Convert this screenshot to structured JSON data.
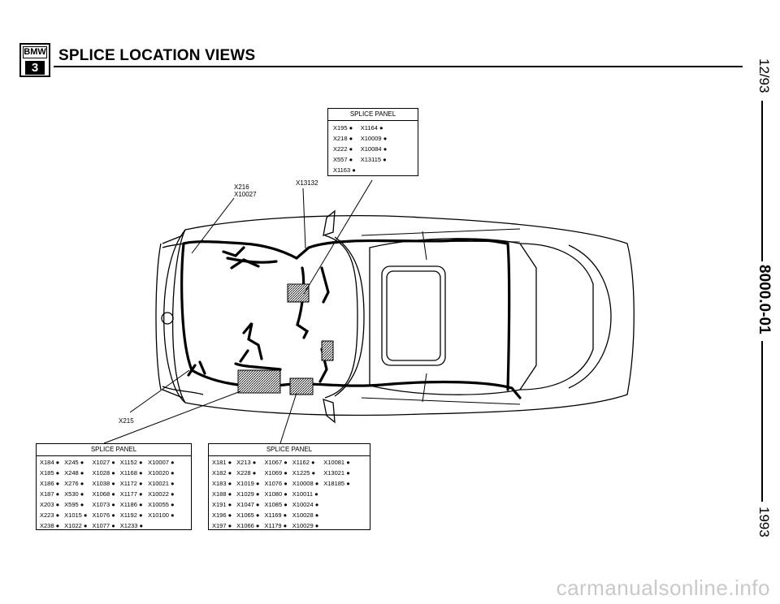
{
  "header": {
    "logo_top": "BMW",
    "logo_bottom": "3",
    "title": "SPLICE LOCATION VIEWS"
  },
  "sidebar": {
    "date": "12/93",
    "section": "8000.0-01",
    "year": "1993"
  },
  "callouts": {
    "x216": "X216",
    "x10027": "X10027",
    "x13132": "X13132",
    "x215": "X215"
  },
  "panel_top": {
    "title": "SPLICE PANEL",
    "rows": [
      [
        "X195 ●",
        "X1164 ●"
      ],
      [
        "X218 ●",
        "X10009 ●"
      ],
      [
        "X222 ●",
        "X10084 ●"
      ],
      [
        "X557 ●",
        "X13115 ●"
      ],
      [
        "X1163 ●",
        ""
      ]
    ]
  },
  "panel_left": {
    "title": "SPLICE PANEL",
    "rows": [
      [
        "X184 ●",
        "X245 ●",
        "X1027 ●",
        "X1152 ●",
        "X10007 ●"
      ],
      [
        "X185 ●",
        "X248 ●",
        "X1028 ●",
        "X1168 ●",
        "X10020 ●"
      ],
      [
        "X186 ●",
        "X276 ●",
        "X1038 ●",
        "X1172 ●",
        "X10021 ●"
      ],
      [
        "X187 ●",
        "X530 ●",
        "X1068 ●",
        "X1177 ●",
        "X10022 ●"
      ],
      [
        "X203 ●",
        "X595 ●",
        "X1073 ●",
        "X1186 ●",
        "X10055 ●"
      ],
      [
        "X223 ●",
        "X1015 ●",
        "X1076 ●",
        "X1192 ●",
        "X10100 ●"
      ],
      [
        "X238 ●",
        "X1022 ●",
        "X1077 ●",
        "X1233 ●",
        ""
      ]
    ]
  },
  "panel_right": {
    "title": "SPLICE PANEL",
    "rows": [
      [
        "X181 ●",
        "X213 ●",
        "X1067 ●",
        "X1162 ●",
        "X10081 ●"
      ],
      [
        "X182 ●",
        "X228 ●",
        "X1069 ●",
        "X1225 ●",
        "X13021 ●"
      ],
      [
        "X183 ●",
        "X1019 ●",
        "X1076 ●",
        "X10008 ●",
        "X18185 ●"
      ],
      [
        "X188 ●",
        "X1029 ●",
        "X1080 ●",
        "X10011 ●",
        ""
      ],
      [
        "X191 ●",
        "X1047 ●",
        "X1085 ●",
        "X10024 ●",
        ""
      ],
      [
        "X196 ●",
        "X1065 ●",
        "X1169 ●",
        "X10028 ●",
        ""
      ],
      [
        "X197 ●",
        "X1066 ●",
        "X1179 ●",
        "X10029 ●",
        ""
      ]
    ]
  },
  "footer": {
    "watermark": "carmanualsonline.info"
  }
}
